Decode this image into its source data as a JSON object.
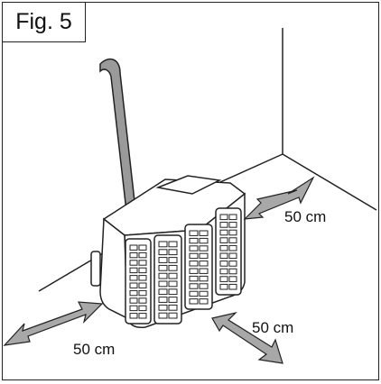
{
  "figure": {
    "label": "Fig. 5"
  },
  "clearances": {
    "right": "50 cm",
    "left_front": "50 cm",
    "front": "50 cm"
  },
  "colors": {
    "line": "#222222",
    "arrow_fill": "#a8a8a8",
    "hose_fill": "#9a9a9a",
    "body_fill": "#ffffff"
  }
}
